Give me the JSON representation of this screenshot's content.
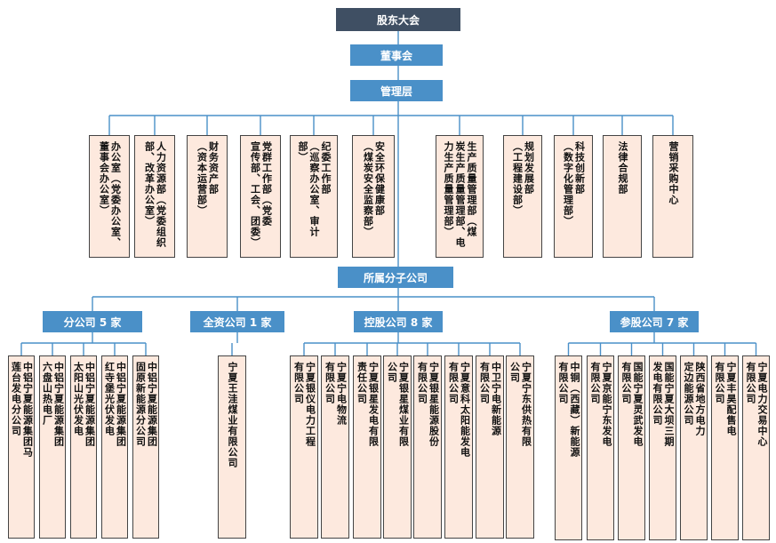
{
  "top": {
    "shareholders": "股东大会",
    "board": "董事会",
    "management": "管理层"
  },
  "departments": [
    {
      "lines": [
        "办公室（党委办公室、",
        "董事会办公室）"
      ]
    },
    {
      "lines": [
        "人力资源部（党委组织",
        "部、改革办公室）"
      ]
    },
    {
      "lines": [
        "财务资产部",
        "（资本运营部）"
      ]
    },
    {
      "lines": [
        "党群工作部（党委",
        "宣传部、工会、团委）"
      ]
    },
    {
      "lines": [
        "纪委工作部",
        "（巡察办公室、审计",
        "部）"
      ]
    },
    {
      "lines": [
        "安全环保健康部",
        "（煤炭安全监察部）"
      ]
    },
    {
      "lines": [
        "生产质量管理部（煤",
        "炭生产质量管理部、电",
        "力生产质量管理部）"
      ]
    },
    {
      "lines": [
        "规划发展部",
        "（工程建设部）"
      ]
    },
    {
      "lines": [
        "科技创新部",
        "（数字化管理部）"
      ]
    },
    {
      "lines": [
        "法律合规部"
      ]
    },
    {
      "lines": [
        "营销采购中心"
      ]
    }
  ],
  "subsidiaries_label": "所属分子公司",
  "groups": [
    {
      "label": "分公司 5 家",
      "companies": [
        {
          "lines": [
            "中铝宁夏能源集团马",
            "莲台发电分公司"
          ]
        },
        {
          "lines": [
            "中铝宁夏能源集团",
            "六盘山热电厂"
          ]
        },
        {
          "lines": [
            "中铝宁夏能源集团",
            "太阳山光伏发电"
          ]
        },
        {
          "lines": [
            "中铝宁夏能源集团",
            "红寺堡光伏发电"
          ]
        },
        {
          "lines": [
            "中铝宁夏能源集团",
            "固原新能源分公司"
          ]
        }
      ]
    },
    {
      "label": "全资公司 1 家",
      "companies": [
        {
          "lines": [
            "宁夏王洼煤业有限公司"
          ]
        }
      ]
    },
    {
      "label": "控股公司 8 家",
      "companies": [
        {
          "lines": [
            "宁夏银仪电力工程",
            "有限公司"
          ]
        },
        {
          "lines": [
            "宁夏宁电物流",
            "有限公司"
          ]
        },
        {
          "lines": [
            "宁夏银星发电有限",
            "责任公司"
          ]
        },
        {
          "lines": [
            "宁夏银星煤业有限",
            "公司"
          ]
        },
        {
          "lines": [
            "宁夏银星能源股份",
            "有限公司"
          ]
        },
        {
          "lines": [
            "宁夏意科太阳能发电",
            "有限公司"
          ]
        },
        {
          "lines": [
            "中卫宁电新能源",
            "有限公司"
          ]
        },
        {
          "lines": [
            "宁夏宁东供热有限",
            "公司"
          ]
        }
      ]
    },
    {
      "label": "参股公司 7 家",
      "companies": [
        {
          "lines": [
            "中铜（西藏）新能源",
            "有限公司"
          ]
        },
        {
          "lines": [
            "宁夏京能宁东发电",
            "有限公司"
          ]
        },
        {
          "lines": [
            "国能宁夏灵武发电",
            "有限公司"
          ]
        },
        {
          "lines": [
            "国能宁夏大坝三期",
            "发电有限公司"
          ]
        },
        {
          "lines": [
            "陕西省地方电力",
            "定边能源公司"
          ]
        },
        {
          "lines": [
            "宁夏丰昊配售电",
            "有限公司"
          ]
        },
        {
          "lines": [
            "宁夏电力交易中心",
            "有限公司"
          ]
        }
      ]
    }
  ]
}
